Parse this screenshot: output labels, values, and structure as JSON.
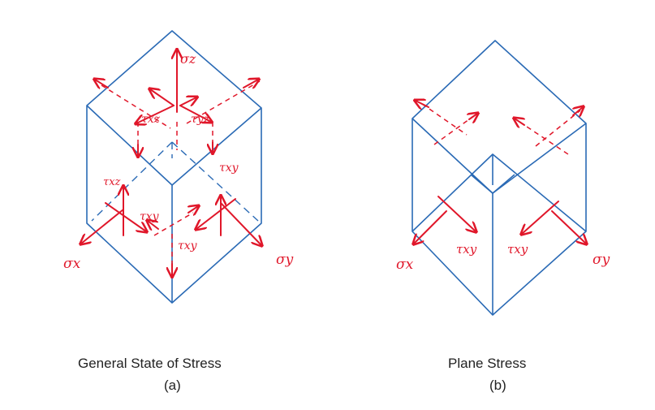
{
  "panel_a": {
    "caption": "General State of Stress",
    "sublabel": "(a)",
    "labels": {
      "sigma_z": "σz",
      "sigma_x": "σx",
      "sigma_y": "σy",
      "tau_xz_top": "τxz",
      "tau_yz_top": "τyz",
      "tau_xy_right": "τxy",
      "tau_xz_left": "τxz",
      "tau_xy_mid": "τxy",
      "tau_xy_bottom": "τxy"
    }
  },
  "panel_b": {
    "caption": "Plane Stress",
    "sublabel": "(b)",
    "labels": {
      "sigma_x": "σx",
      "sigma_y": "σy",
      "tau_xy_left": "τxy",
      "tau_xy_right": "τxy"
    }
  },
  "colors": {
    "cube_edges": "#2a6ab5",
    "stress_arrows": "#e0172a"
  }
}
